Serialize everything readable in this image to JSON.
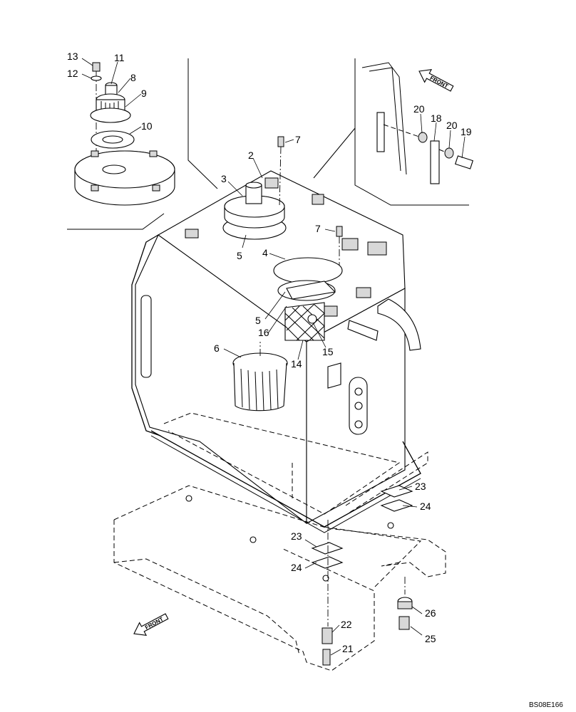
{
  "drawing": {
    "reference_code": "BS08E166",
    "front_arrow_label": "FRONT"
  },
  "callouts": [
    "13",
    "11",
    "12",
    "8",
    "9",
    "10",
    "7",
    "2",
    "3",
    "5",
    "7",
    "4",
    "5",
    "16",
    "15",
    "14",
    "6",
    "20",
    "18",
    "20",
    "19",
    "23",
    "24",
    "23",
    "24",
    "26",
    "25",
    "22",
    "21"
  ],
  "icons": {
    "front_arrow_top": "front-direction-arrow",
    "front_arrow_bottom": "front-direction-arrow"
  }
}
